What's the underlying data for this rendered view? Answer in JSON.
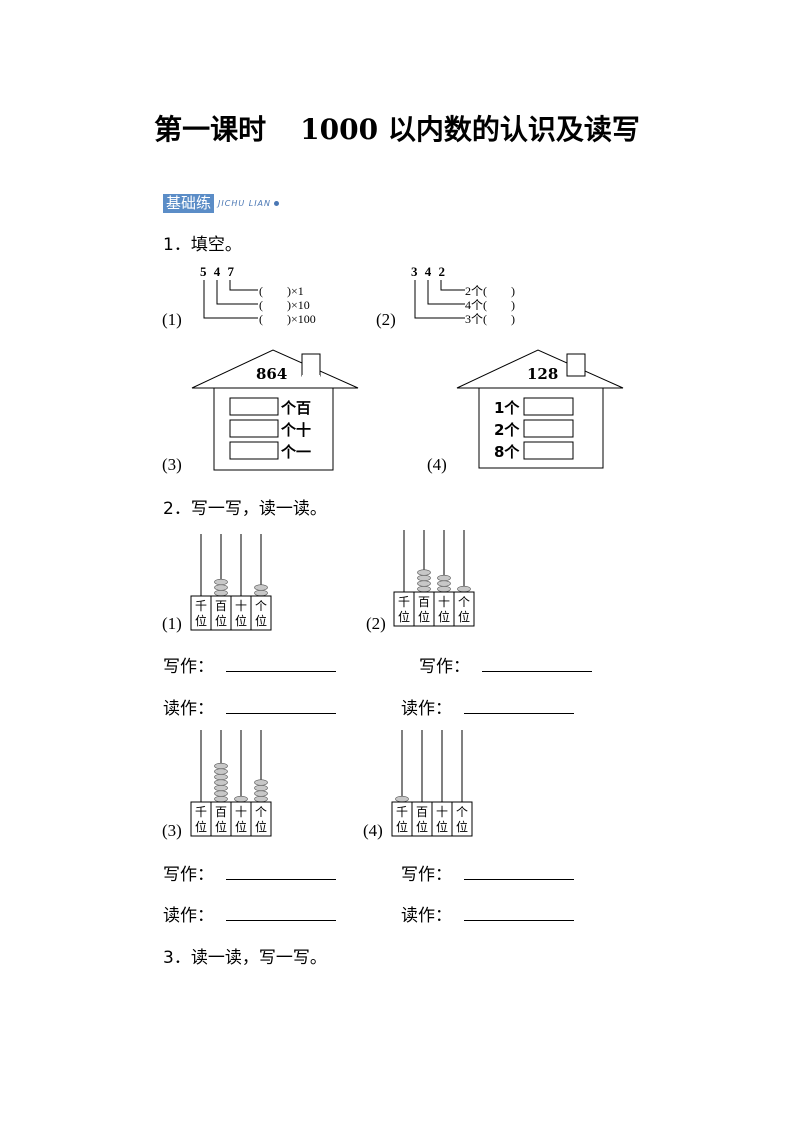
{
  "title": {
    "part1": "第一课时",
    "part2": "1000 以内数的认识及读写"
  },
  "tag": {
    "label": "基础练",
    "pinyin": "JICHU  LIAN"
  },
  "q1": {
    "heading": "1．填空。",
    "p1": {
      "label": "(1)",
      "digits": "5 4 7",
      "lines": [
        "(　　)×1",
        "(　　)×10",
        "(　　)×100"
      ]
    },
    "p2": {
      "label": "(2)",
      "digits": "3 4 2",
      "lines": [
        "2个(　　)",
        "4个(　　)",
        "3个(　　)"
      ]
    },
    "p3": {
      "label": "(3)",
      "number": "864",
      "units": [
        "个百",
        "个十",
        "个一"
      ]
    },
    "p4": {
      "label": "(4)",
      "number": "128",
      "counts": [
        "1个",
        "2个",
        "8个"
      ]
    }
  },
  "q2": {
    "heading": "2．写一写，读一读。",
    "places": [
      "千位",
      "百位",
      "十位",
      "个位"
    ],
    "write_label": "写作：",
    "read_label": "读作：",
    "abaci": [
      {
        "label": "(1)",
        "beads": [
          0,
          3,
          0,
          2
        ]
      },
      {
        "label": "(2)",
        "beads": [
          0,
          4,
          3,
          1
        ]
      },
      {
        "label": "(3)",
        "beads": [
          0,
          7,
          1,
          4
        ]
      },
      {
        "label": "(4)",
        "beads": [
          1,
          0,
          0,
          0
        ]
      }
    ]
  },
  "q3": {
    "heading": "3．读一读，写一写。"
  },
  "colors": {
    "tag_bg": "#5b8dc7",
    "bead": "#c8c8c8"
  }
}
